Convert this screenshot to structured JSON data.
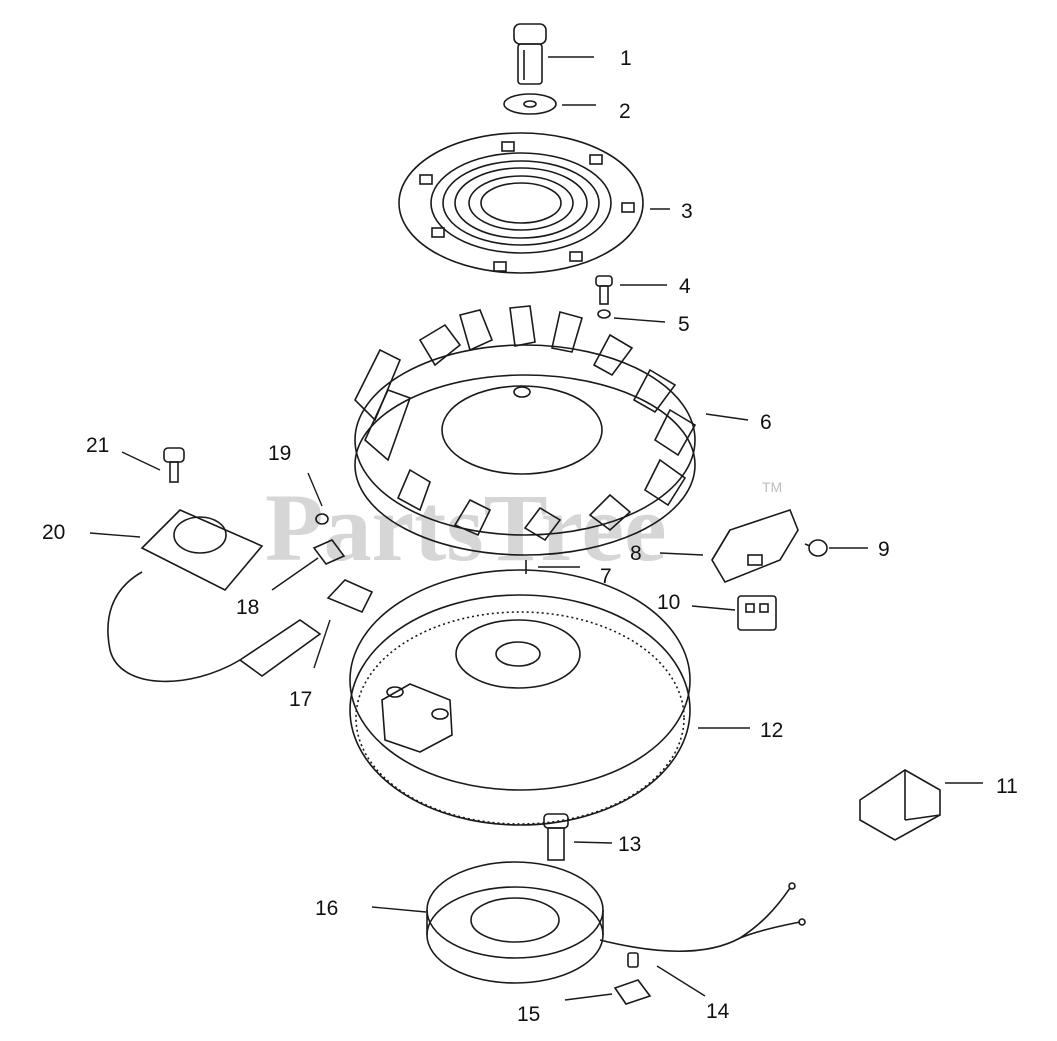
{
  "watermark": {
    "text": "PartsTree",
    "tm": "TM"
  },
  "callouts": [
    {
      "id": "1",
      "text": "1"
    },
    {
      "id": "2",
      "text": "2"
    },
    {
      "id": "3",
      "text": "3"
    },
    {
      "id": "4",
      "text": "4"
    },
    {
      "id": "5",
      "text": "5"
    },
    {
      "id": "6",
      "text": "6"
    },
    {
      "id": "7",
      "text": "7"
    },
    {
      "id": "8",
      "text": "8"
    },
    {
      "id": "9",
      "text": "9"
    },
    {
      "id": "10",
      "text": "10"
    },
    {
      "id": "11",
      "text": "11"
    },
    {
      "id": "12",
      "text": "12"
    },
    {
      "id": "13",
      "text": "13"
    },
    {
      "id": "14",
      "text": "14"
    },
    {
      "id": "15",
      "text": "15"
    },
    {
      "id": "16",
      "text": "16"
    },
    {
      "id": "17",
      "text": "17"
    },
    {
      "id": "18",
      "text": "18"
    },
    {
      "id": "19",
      "text": "19"
    },
    {
      "id": "20",
      "text": "20"
    },
    {
      "id": "21",
      "text": "21"
    }
  ]
}
